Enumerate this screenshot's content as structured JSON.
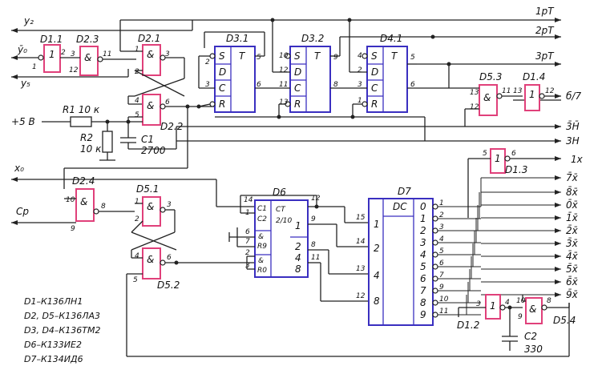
{
  "chips": {
    "d1_1": {
      "name": "D1.1",
      "sym": "1"
    },
    "d2_3": {
      "name": "D2.3",
      "sym": "&"
    },
    "d2_1": {
      "name": "D2.1",
      "sym": "&"
    },
    "d2_2": {
      "name": "D2.2",
      "sym": "&"
    },
    "d3_1": {
      "name": "D3.1",
      "s": "S",
      "t": "T",
      "d": "D",
      "c": "C",
      "r": "R"
    },
    "d3_2": {
      "name": "D3.2",
      "s": "S",
      "t": "T",
      "d": "D",
      "c": "C",
      "r": "R"
    },
    "d4_1": {
      "name": "D4.1",
      "s": "S",
      "t": "T",
      "d": "D",
      "c": "C",
      "r": "R"
    },
    "d5_3": {
      "name": "D5.3",
      "sym": "&"
    },
    "d1_4": {
      "name": "D1.4",
      "sym": "1"
    },
    "d1_3": {
      "name": "D1.3",
      "sym": "1"
    },
    "d2_4": {
      "name": "D2.4",
      "sym": "&"
    },
    "d5_1": {
      "name": "D5.1",
      "sym": "&"
    },
    "d5_2": {
      "name": "D5.2",
      "sym": "&"
    },
    "d6": {
      "name": "D6",
      "c1": "C1",
      "c2": "C2",
      "r9a": "&",
      "r9b": "R9",
      "r0a": "&",
      "r0b": "R0",
      "ct": "CT",
      "frac": "2/10",
      "o1": "1",
      "o2": "2",
      "o4": "4",
      "o8": "8"
    },
    "d7": {
      "name": "D7",
      "dc": "DC",
      "in1": "1",
      "in2": "2",
      "in4": "4",
      "in8": "8",
      "outs": [
        "0",
        "1",
        "2",
        "3",
        "4",
        "5",
        "6",
        "7",
        "8",
        "9"
      ]
    },
    "d1_2": {
      "name": "D1.2",
      "sym": "1"
    },
    "d5_4": {
      "name": "D5.4",
      "sym": "&"
    }
  },
  "components": {
    "r1": "R1 10 к",
    "r2a": "R2",
    "r2b": "10 к",
    "c1a": "C1",
    "c1b": "2700",
    "c2a": "C2",
    "c2b": "330"
  },
  "nets": {
    "y2": "y₂",
    "y0bar": "ȳ₀",
    "y5": "y₅",
    "plus5": "+5 В",
    "x0": "x₀",
    "cp": "Cp",
    "p1": "1рТ",
    "p2": "2рТ",
    "p3": "3рТ",
    "b7": "б/7",
    "h3bar": "3̄Н̄",
    "h3": "3Н",
    "x1": "1x",
    "x7bar": "7̄x̄",
    "x8bar": "8̄x̄",
    "x0bar": "0̄x̄",
    "x1bar": "1̄x̄",
    "x2bar": "2̄x̄",
    "x3bar": "3̄x̄",
    "x4bar": "4̄x̄",
    "x5bar": "5̄x̄",
    "x6bar": "6̄x̄",
    "x9bar": "9̄x̄"
  },
  "legend": [
    "D1–К136ЛН1",
    "D2, D5–К136ЛА3",
    "D3, D4–К136ТМ2",
    "D6–К133ИЕ2",
    "D7–К134ИД6"
  ]
}
